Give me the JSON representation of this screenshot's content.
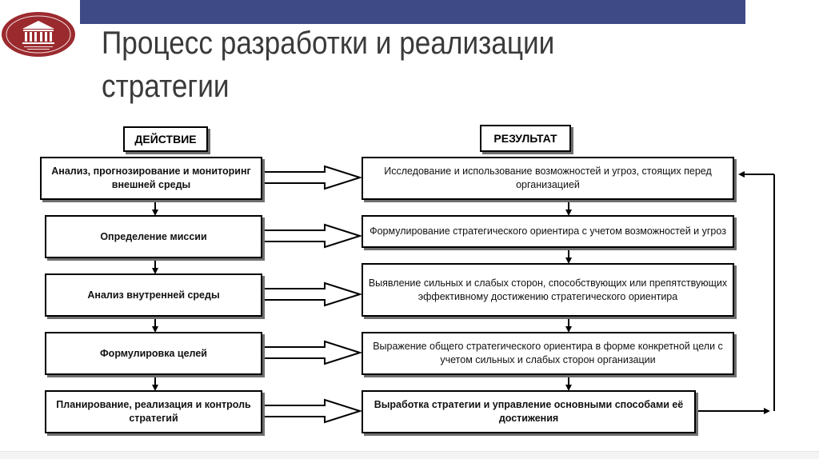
{
  "slide": {
    "title": "Процесс разработки и реализации стратегии"
  },
  "colors": {
    "top_bar": "#3e4a86",
    "logo_red": "#9b2a2e",
    "text": "#3a3a3a"
  },
  "diagram": {
    "action_header": "ДЕЙСТВИЕ",
    "result_header": "РЕЗУЛЬТАТ",
    "actions": [
      "Анализ, прогнозирование и мониторинг внешней среды",
      "Определение миссии",
      "Анализ внутренней среды",
      "Формулировка целей",
      "Планирование, реализация и контроль стратегий"
    ],
    "results": [
      "Исследование и использование возможностей и угроз, стоящих перед организацией",
      "Формулирование стратегического ориентира с учетом возможностей и угроз",
      "Выявление сильных и слабых сторон, способствующих или препятствующих эффективному достижению стратегического ориентира",
      "Выражение общего стратегического ориентира в форме конкретной цели с учетом сильных и слабых сторон организации",
      "Выработка стратегии и управление основными способами её достижения"
    ]
  }
}
